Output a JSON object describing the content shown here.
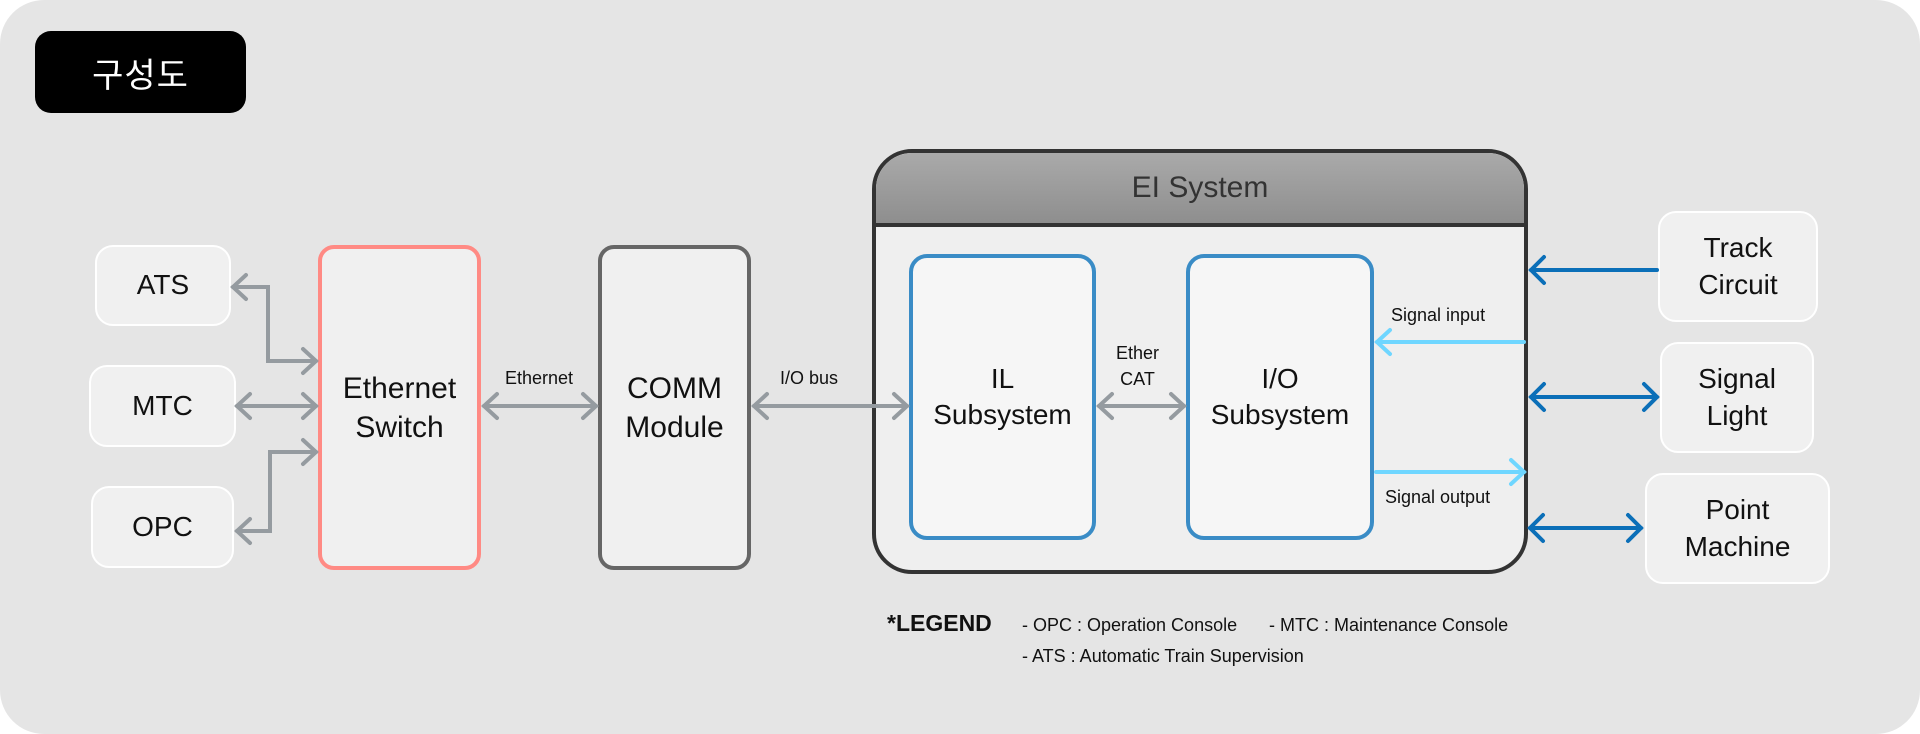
{
  "title": "구성도",
  "external_left": [
    {
      "id": "ats",
      "label": "ATS"
    },
    {
      "id": "mtc",
      "label": "MTC"
    },
    {
      "id": "opc",
      "label": "OPC"
    }
  ],
  "ethernet_switch": {
    "label_line1": "Ethernet",
    "label_line2": "Switch"
  },
  "comm_module": {
    "label_line1": "COMM",
    "label_line2": "Module"
  },
  "ei_system": {
    "title": "EI System",
    "il_subsystem": {
      "label_line1": "IL",
      "label_line2": "Subsystem"
    },
    "io_subsystem": {
      "label_line1": "I/O",
      "label_line2": "Subsystem"
    }
  },
  "external_right": [
    {
      "id": "track-circuit",
      "label_line1": "Track",
      "label_line2": "Circuit"
    },
    {
      "id": "signal-light",
      "label_line1": "Signal",
      "label_line2": "Light"
    },
    {
      "id": "point-machine",
      "label_line1": "Point",
      "label_line2": "Machine"
    }
  ],
  "connection_labels": {
    "ethernet": "Ethernet",
    "io_bus": "I/O bus",
    "ethercat_line1": "Ether",
    "ethercat_line2": "CAT",
    "signal_input": "Signal input",
    "signal_output": "Signal output"
  },
  "legend": {
    "title": "*LEGEND",
    "items": [
      "- OPC : Operation Console",
      "- MTC : Maintenance Console",
      "- ATS : Automatic Train Supervision"
    ]
  },
  "colors": {
    "canvas_bg": "#e5e5e5",
    "switch_border": "#ff8a84",
    "comm_border": "#666666",
    "subsystem_border": "#3a8cc6",
    "gray_arrow": "#959ba0",
    "signal_arrow": "#6fd6ff",
    "field_arrow": "#0b6fb8"
  }
}
